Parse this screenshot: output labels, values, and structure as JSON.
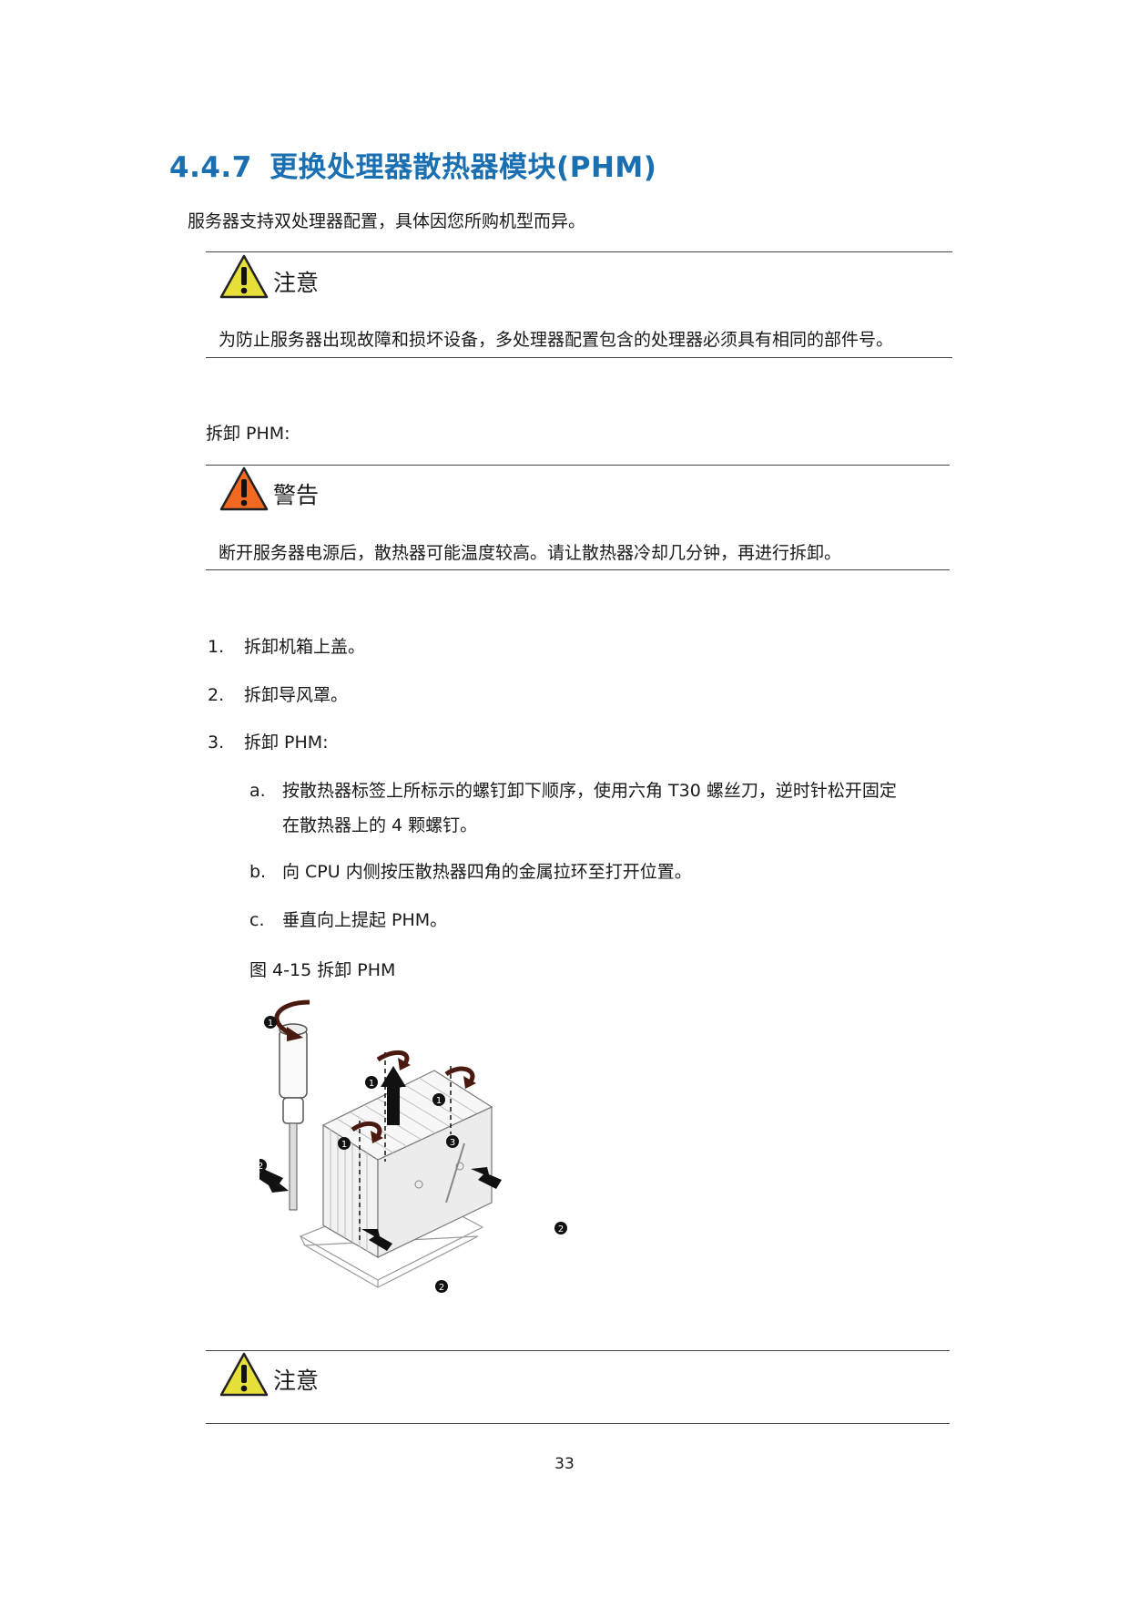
{
  "section": {
    "number": "4.4.7",
    "title": "更换处理器散热器模块(PHM)"
  },
  "intro": "服务器支持双处理器配置，具体因您所购机型而异。",
  "notice1": {
    "label": "注意",
    "text": "为防止服务器出现故障和损坏设备，多处理器配置包含的处理器必须具有相同的部件号。",
    "icon": "caution-icon",
    "icon_color": "#e6e03a"
  },
  "remove_heading": "拆卸 PHM:",
  "warning": {
    "label": "警告",
    "text": "断开服务器电源后，散热器可能温度较高。请让散热器冷却几分钟，再进行拆卸。",
    "icon": "warning-icon",
    "icon_color": "#f26a21"
  },
  "steps": [
    {
      "num": "1.",
      "text": "拆卸机箱上盖。"
    },
    {
      "num": "2.",
      "text": "拆卸导风罩。"
    },
    {
      "num": "3.",
      "text": "拆卸 PHM:"
    }
  ],
  "substeps": [
    {
      "letter": "a.",
      "line1": "按散热器标签上所标示的螺钉卸下顺序，使用六角 T30 螺丝刀，逆时针松开固定",
      "line2": "在散热器上的 4 颗螺钉。"
    },
    {
      "letter": "b.",
      "line1": "向 CPU 内侧按压散热器四角的金属拉环至打开位置。",
      "line2": ""
    },
    {
      "letter": "c.",
      "line1": "垂直向上提起 PHM。",
      "line2": ""
    }
  ],
  "figure": {
    "caption": "图 4-15  拆卸 PHM",
    "callouts": [
      "1",
      "2",
      "3"
    ]
  },
  "notice2": {
    "label": "注意",
    "icon": "caution-icon",
    "icon_color": "#e6e03a"
  },
  "page_number": "33"
}
